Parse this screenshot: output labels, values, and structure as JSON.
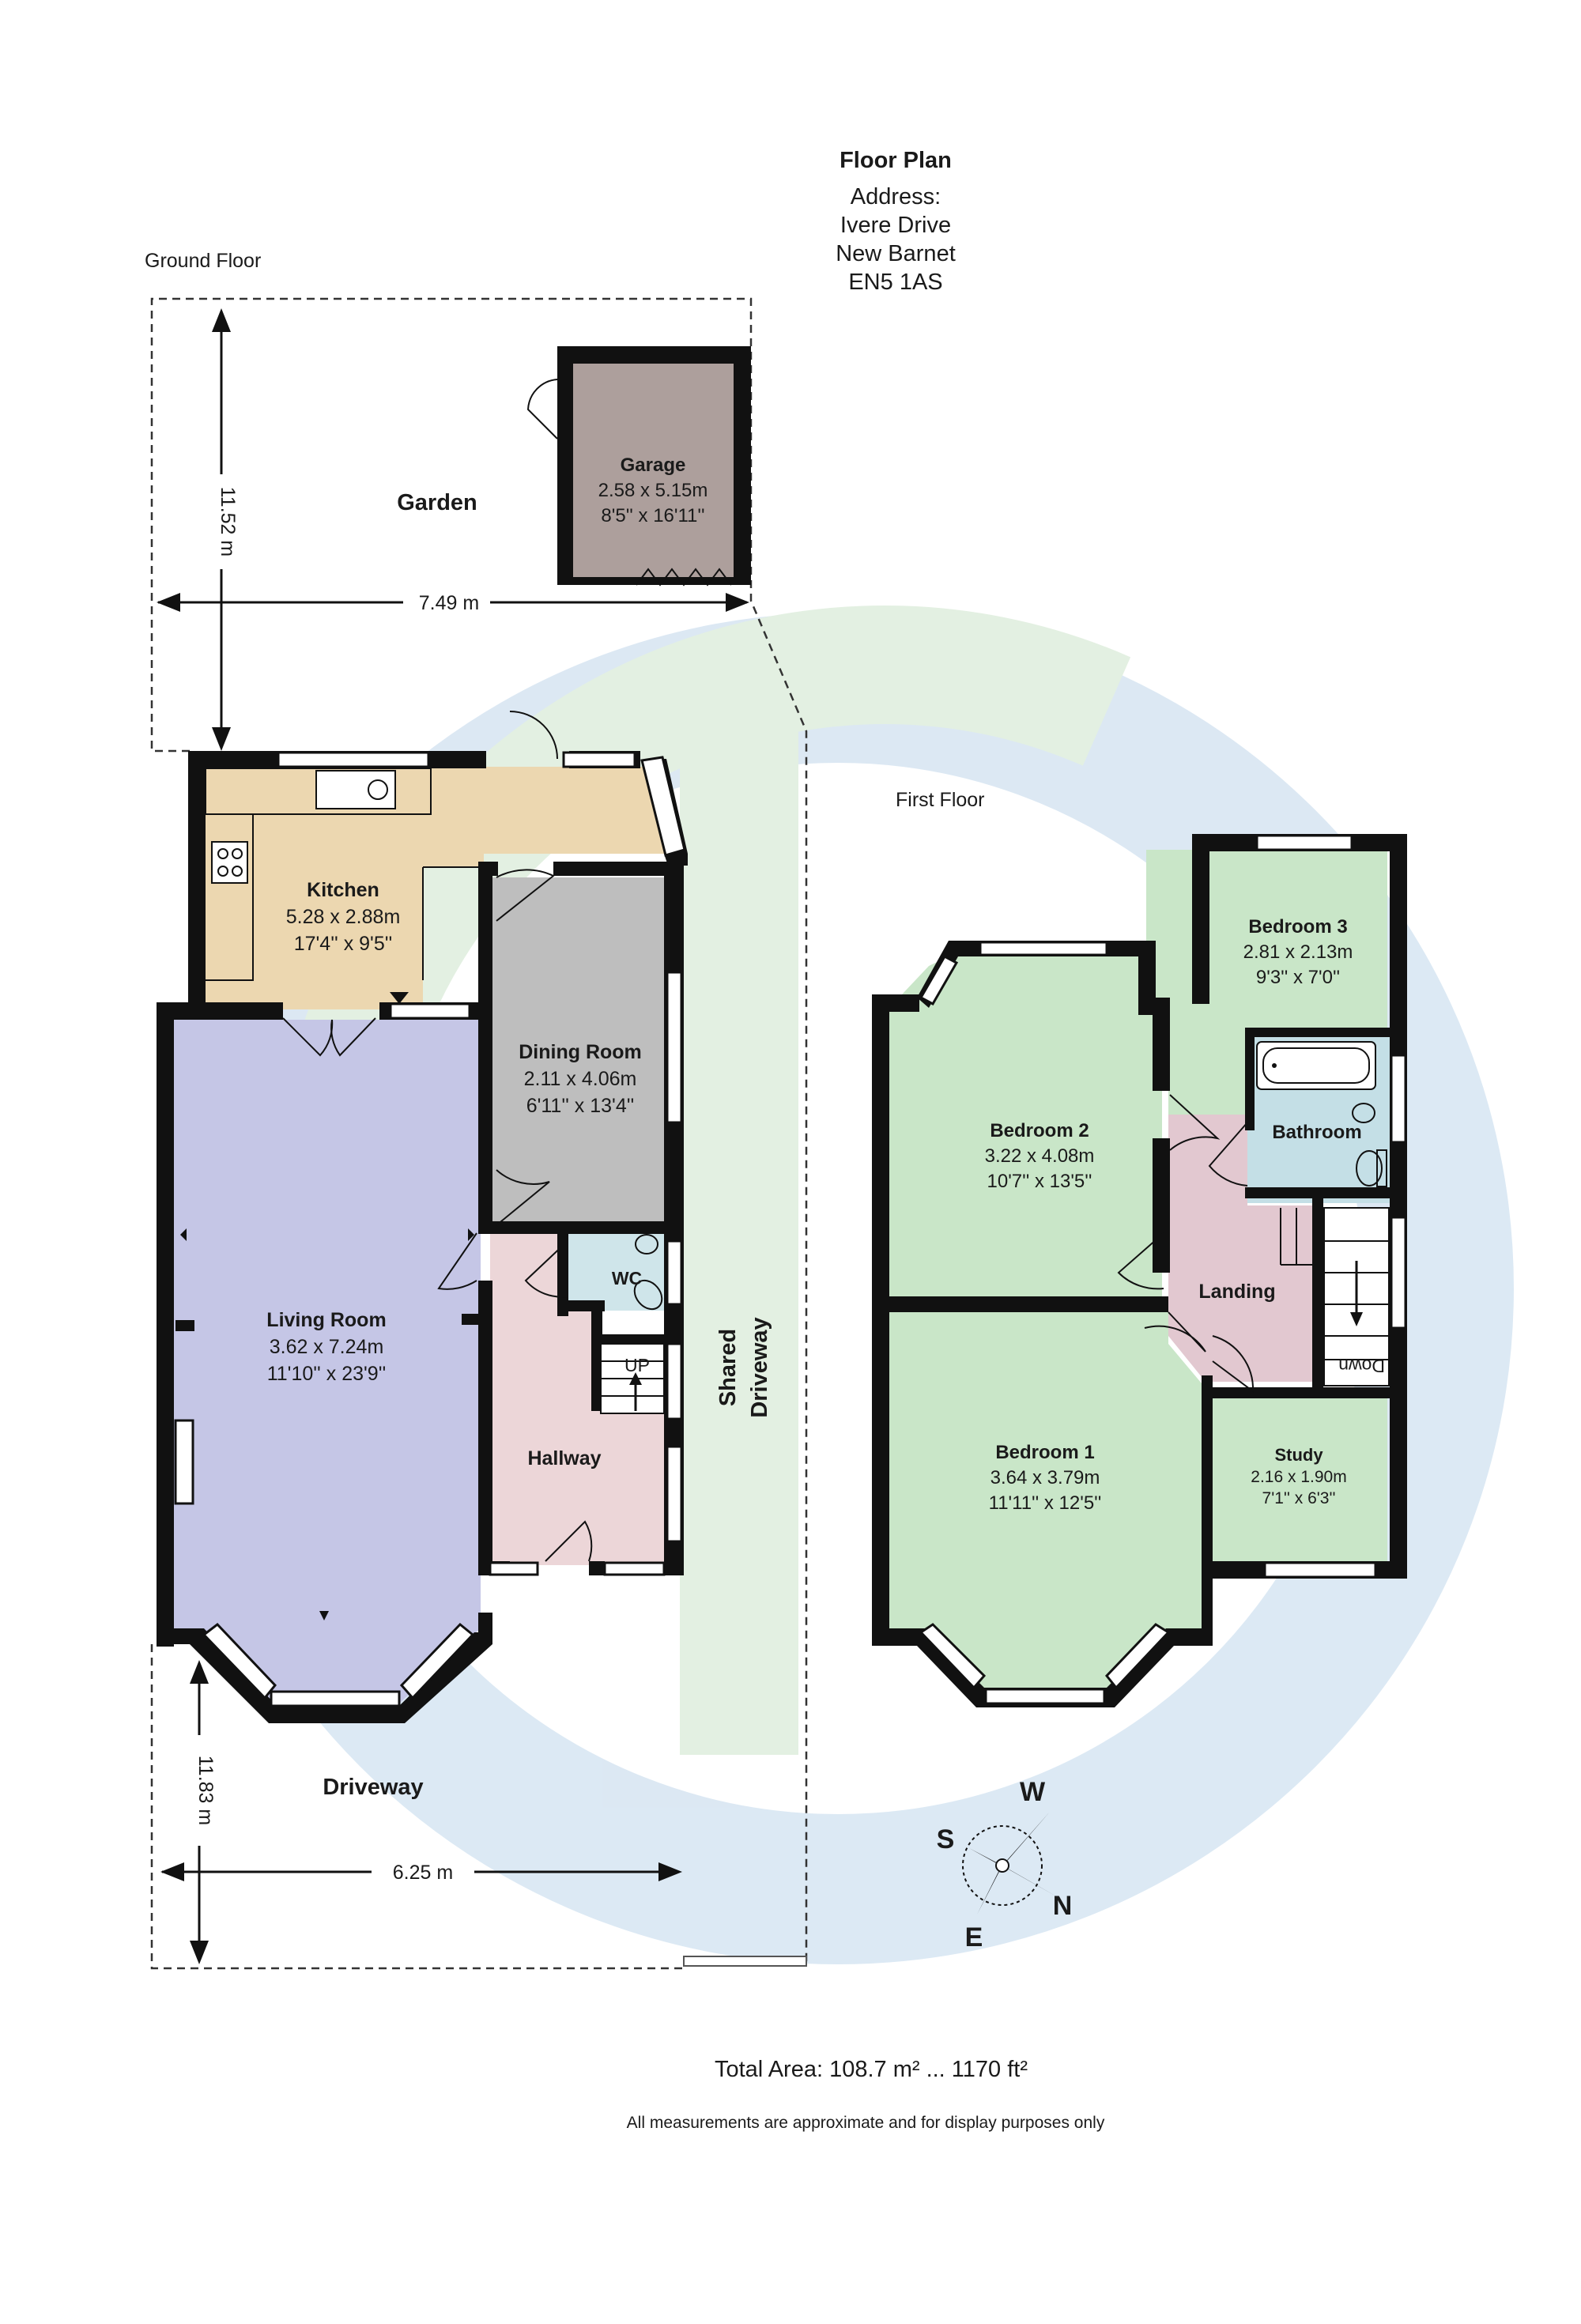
{
  "header": {
    "title": "Floor Plan",
    "address_label": "Address:",
    "address_line1": "Ivere Drive",
    "address_line2": "New Barnet",
    "postcode": "EN5 1AS"
  },
  "floors": {
    "ground": "Ground Floor",
    "first": "First Floor"
  },
  "rooms": {
    "garage": {
      "name": "Garage",
      "metric": "2.58 x 5.15m",
      "imperial": "8'5'' x 16'11''"
    },
    "kitchen": {
      "name": "Kitchen",
      "metric": "5.28 x 2.88m",
      "imperial": "17'4'' x 9'5''"
    },
    "dining": {
      "name": "Dining Room",
      "metric": "2.11 x 4.06m",
      "imperial": "6'11'' x 13'4''"
    },
    "living": {
      "name": "Living Room",
      "metric": "3.62 x 7.24m",
      "imperial": "11'10'' x 23'9''"
    },
    "wc": {
      "name": "WC"
    },
    "hallway": {
      "name": "Hallway"
    },
    "bedroom3": {
      "name": "Bedroom 3",
      "metric": "2.81 x 2.13m",
      "imperial": "9'3'' x 7'0''"
    },
    "bedroom2": {
      "name": "Bedroom 2",
      "metric": "3.22 x 4.08m",
      "imperial": "10'7'' x 13'5''"
    },
    "bathroom": {
      "name": "Bathroom"
    },
    "landing": {
      "name": "Landing"
    },
    "bedroom1": {
      "name": "Bedroom 1",
      "metric": "3.64 x 3.79m",
      "imperial": "11'11'' x 12'5''"
    },
    "study": {
      "name": "Study",
      "metric": "2.16 x 1.90m",
      "imperial": "7'1'' x 6'3''"
    }
  },
  "outdoor": {
    "garden": "Garden",
    "driveway": "Driveway",
    "shared_driveway_1": "Shared",
    "shared_driveway_2": "Driveway"
  },
  "stairs": {
    "up": "UP",
    "down": "Down"
  },
  "dimensions": {
    "garden_depth": "11.52 m",
    "garden_width": "7.49 m",
    "driveway_depth": "11.83 m",
    "driveway_width": "6.25 m"
  },
  "compass": {
    "n": "N",
    "s": "S",
    "e": "E",
    "w": "W"
  },
  "footer": {
    "total_area": "Total Area: 108.7 m² ... 1170 ft²",
    "disclaimer": "All measurements are approximate and for display purposes only"
  },
  "colors": {
    "garage": "#ad9f9c",
    "kitchen": "#ecd7b0",
    "dining": "#bebebe",
    "living": "#c5c6e6",
    "hallway": "#ecd6d8",
    "wc": "#cfe5ea",
    "bedroom": "#c9e6c8",
    "bathroom": "#c4dfe6",
    "landing": "#e2c8d0",
    "watermark_blue": "#d6e5f2",
    "watermark_green": "#dfeedd"
  }
}
